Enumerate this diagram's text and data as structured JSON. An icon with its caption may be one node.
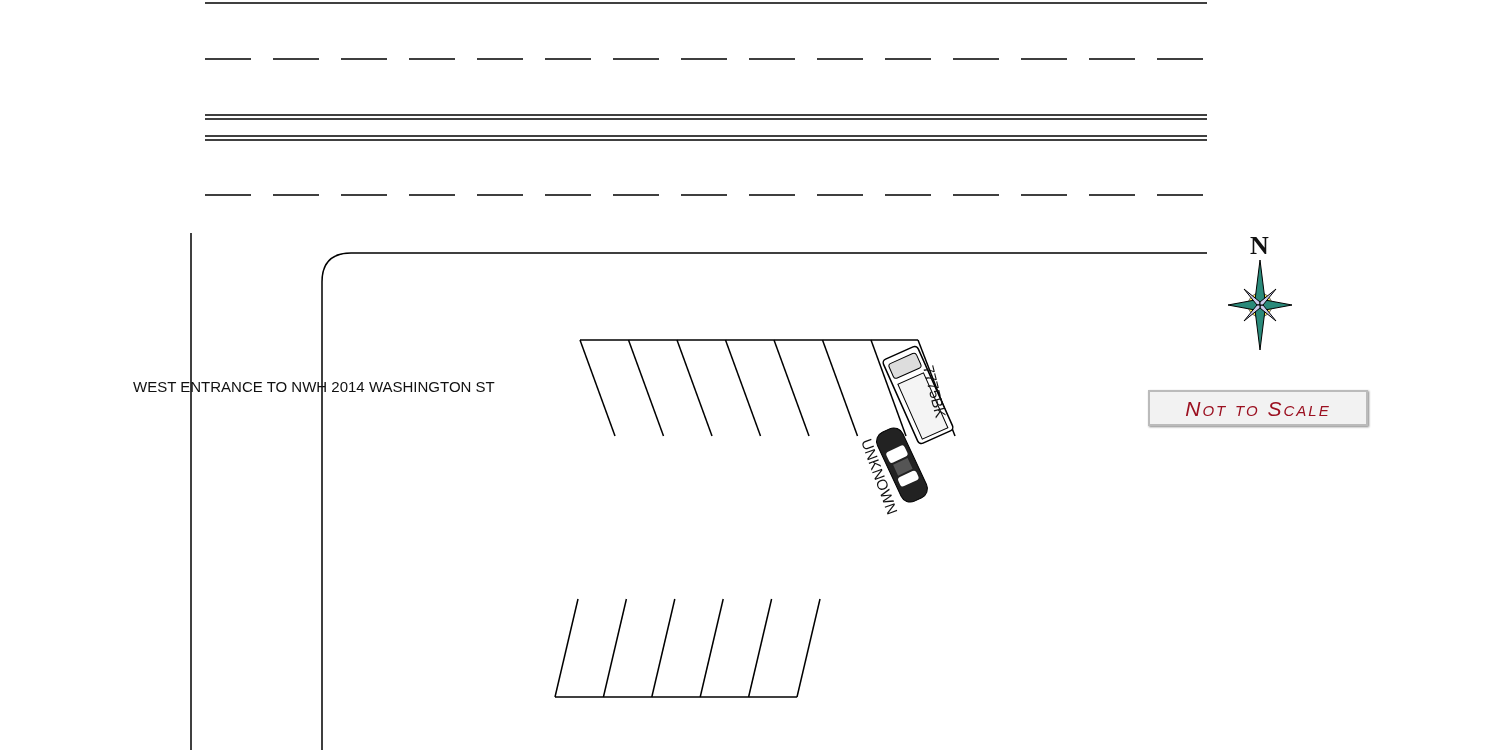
{
  "diagram": {
    "labels": [
      "N",
      "WEST ENTRANCE TO NWH 2014 WASHINGTON ST",
      "7775BK",
      "Not to Scale",
      "UNKNOWN"
    ]
  }
}
